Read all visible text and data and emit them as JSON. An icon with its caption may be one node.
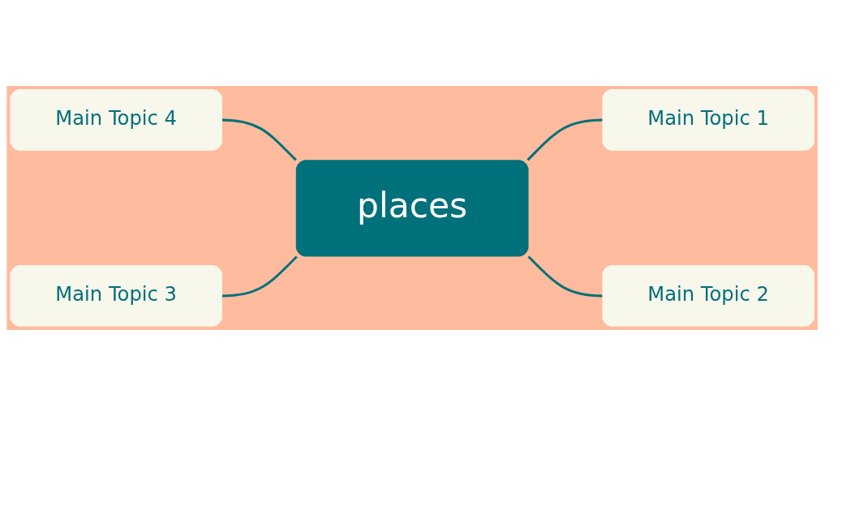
{
  "diagram": {
    "nodes": [
      {
        "text": [
          "places"
        ]
      },
      {
        "text": [
          "Main Topic 1"
        ]
      },
      {
        "text": [
          "Main Topic 2"
        ]
      },
      {
        "text": [
          "Main Topic 3"
        ]
      },
      {
        "text": [
          "Main Topic 4"
        ]
      }
    ],
    "edges": [
      {
        "from": 0,
        "to": 1,
        "arrow": "none"
      },
      {
        "from": 0,
        "to": 2,
        "arrow": "none"
      },
      {
        "from": 0,
        "to": 3,
        "arrow": "none"
      },
      {
        "from": 0,
        "to": 4,
        "arrow": "none"
      }
    ]
  }
}
